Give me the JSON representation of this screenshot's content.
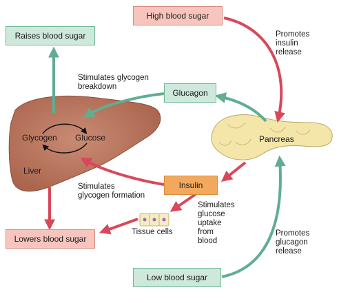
{
  "boxes": {
    "high_blood_sugar": "High blood sugar",
    "raises_blood_sugar": "Raises blood sugar",
    "glucagon": "Glucagon",
    "insulin": "Insulin",
    "lowers_blood_sugar": "Lowers blood sugar",
    "low_blood_sugar": "Low blood sugar"
  },
  "labels": {
    "promotes_insulin": [
      "Promotes",
      "insulin",
      "release"
    ],
    "stimulates_breakdown": [
      "Stimulates glycogen",
      "breakdown"
    ],
    "stimulates_formation": [
      "Stimulates",
      "glycogen formation"
    ],
    "stimulates_uptake": [
      "Stimulates",
      "glucose",
      "uptake",
      "from",
      "blood"
    ],
    "promotes_glucagon": [
      "Promotes",
      "glucagon",
      "release"
    ],
    "glycogen": "Glycogen",
    "glucose": "Glucose",
    "liver": "Liver",
    "pancreas": "Pancreas",
    "tissue_cells": "Tissue cells"
  },
  "colors": {
    "red_arrow": "#d9485a",
    "green_arrow": "#5fae91",
    "liver": "#b3705a",
    "pancreas": "#f3e6a8"
  }
}
